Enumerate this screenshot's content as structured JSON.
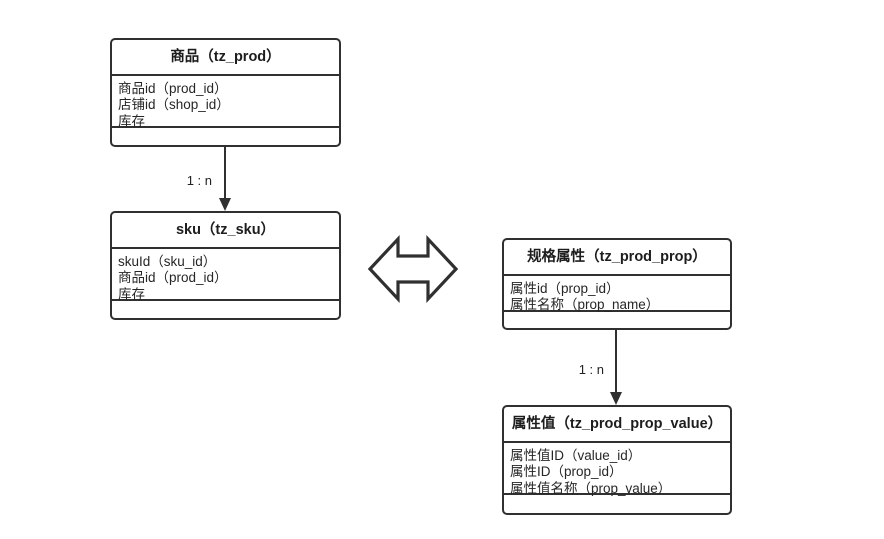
{
  "diagram": {
    "title_hidden": "",
    "entities": [
      {
        "id": "tz_prod",
        "title": "商品（tz_prod）",
        "attributes": [
          "商品id（prod_id）",
          "店铺id（shop_id）",
          "库存"
        ]
      },
      {
        "id": "tz_sku",
        "title": "sku（tz_sku）",
        "attributes": [
          "skuId（sku_id）",
          "商品id（prod_id）",
          "库存"
        ]
      },
      {
        "id": "tz_prod_prop",
        "title": "规格属性（tz_prod_prop）",
        "attributes": [
          "属性id（prop_id）",
          "属性名称（prop_name）"
        ]
      },
      {
        "id": "tz_prod_prop_value",
        "title": "属性值（tz_prod_prop_value）",
        "attributes": [
          "属性值ID（value_id）",
          "属性ID（prop_id）",
          "属性值名称（prop_value）"
        ]
      }
    ],
    "relationships": [
      {
        "id": "prod-to-sku",
        "label": "1 : n"
      },
      {
        "id": "prop-to-prop-value",
        "label": "1 : n"
      }
    ],
    "link_arrow": {
      "name": "double-headed-arrow",
      "label": ""
    },
    "colors": {
      "stroke": "#303030",
      "fill": "#ffffff",
      "text": "#1d1d1d",
      "background": "#ffffff"
    }
  }
}
